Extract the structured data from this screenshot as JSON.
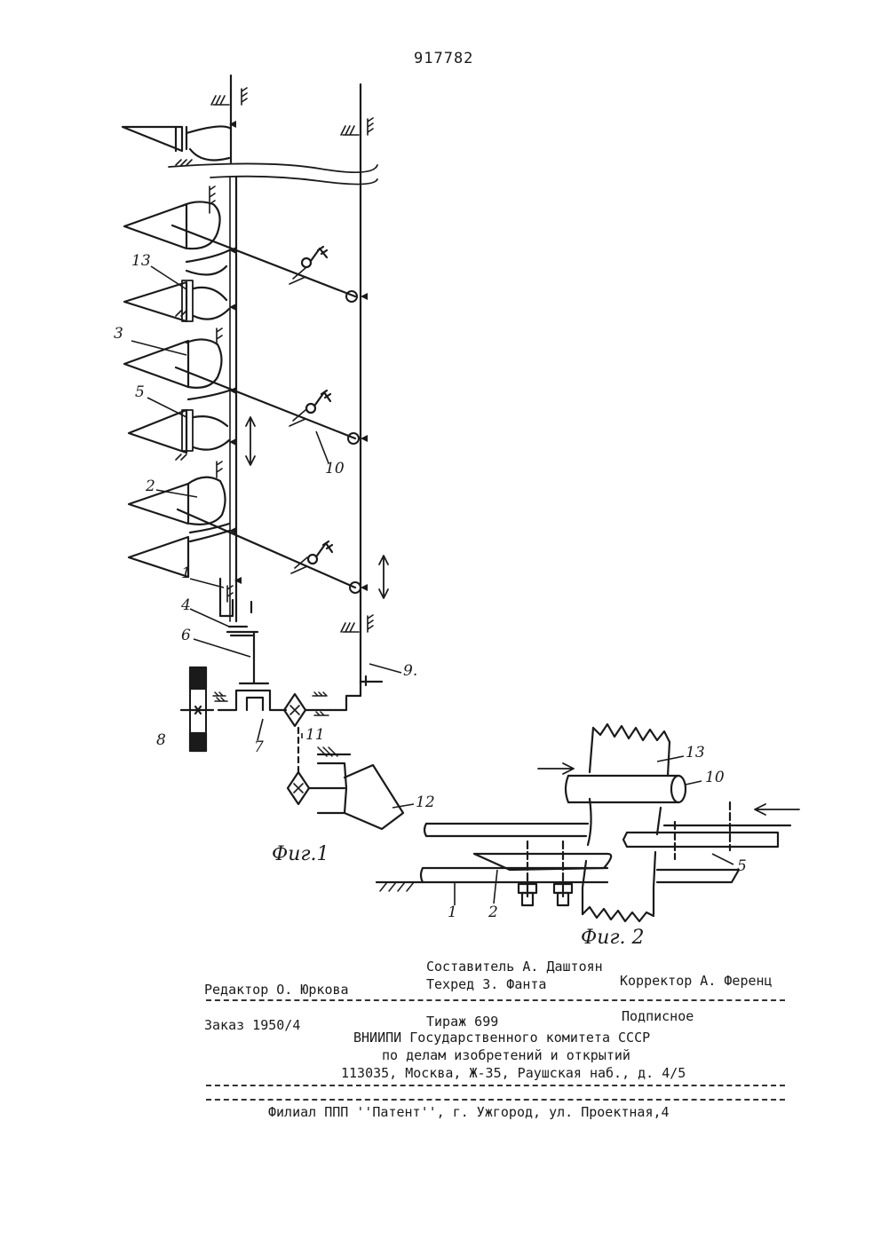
{
  "header": {
    "patent_number": "917782"
  },
  "figures": {
    "fig1": {
      "caption": "Фиг.1",
      "labels": {
        "l13": "13",
        "l3": "3",
        "l5": "5",
        "l2": "2",
        "l1": "1",
        "l4": "4",
        "l6": "6",
        "l8": "8",
        "l7": "7",
        "l11": "11",
        "l12": "12",
        "l10": "10",
        "l9": "9."
      }
    },
    "fig2": {
      "caption": "Фиг. 2",
      "labels": {
        "l13": "13",
        "l10": "10",
        "l5": "5",
        "l1": "1",
        "l2": "2"
      }
    }
  },
  "footer": {
    "compiler": "Составитель А. Даштоян",
    "editor": "Редактор О. Юркова",
    "techred": "Техред З. Фанта",
    "corrector": "Корректор А. Ференц",
    "order": "Заказ 1950/4",
    "circulation": "Тираж 699",
    "subscription": "Подписное",
    "org1": "ВНИИПИ Государственного комитета СССР",
    "org2": "по делам изобретений и открытий",
    "address": "113035, Москва, Ж-35, Раушская наб., д. 4/5",
    "branch": "Филиал ППП ''Патент'', г. Ужгород, ул. Проектная,4"
  }
}
